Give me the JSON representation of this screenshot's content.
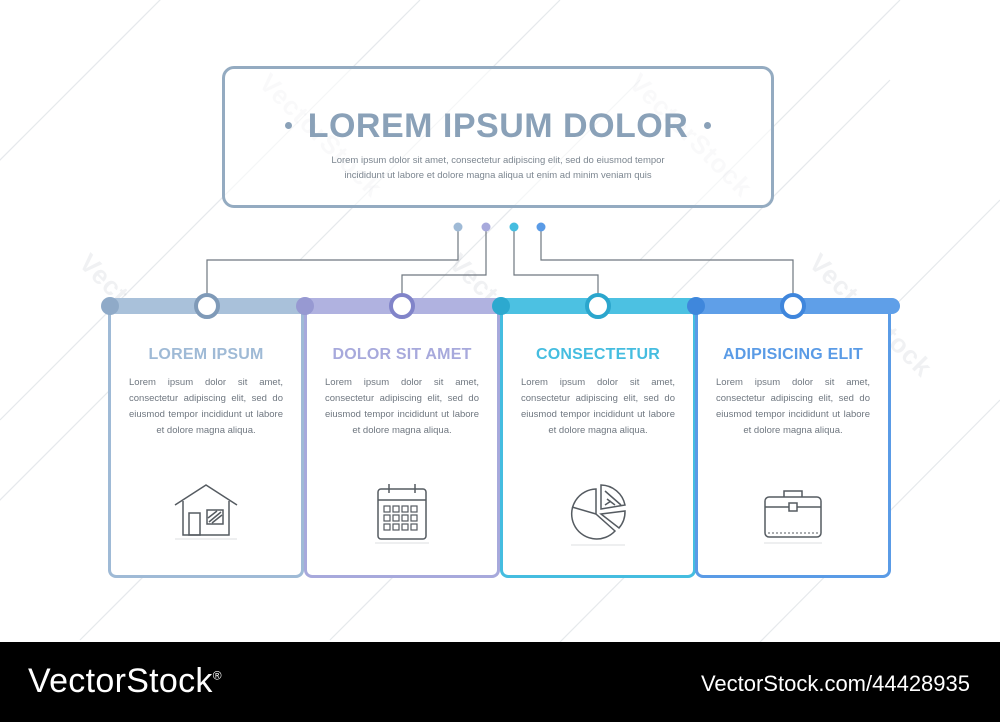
{
  "header": {
    "title": "LOREM IPSUM DOLOR",
    "description_line1": "Lorem ipsum dolor sit amet, consectetur adipiscing elit, sed do eiusmod tempor",
    "description_line2": "incididunt ut labore et dolore magna aliqua ut enim ad minim veniam quis"
  },
  "cards": [
    {
      "title": "LOREM IPSUM",
      "color": "#9fbad6",
      "text": "Lorem ipsum dolor sit amet, consectetur adipiscing elit, sed do eiusmod tempor incididunt ut labore et dolore magna aliqua.",
      "icon": "house-icon"
    },
    {
      "title": "DOLOR SIT AMET",
      "color": "#a7a9dc",
      "text": "Lorem ipsum dolor sit amet, consectetur adipiscing elit, sed do eiusmod tempor incididunt ut labore et dolore magna aliqua.",
      "icon": "calendar-icon"
    },
    {
      "title": "CONSECTETUR",
      "color": "#45bde0",
      "text": "Lorem ipsum dolor sit amet, consectetur adipiscing elit, sed do eiusmod tempor incididunt ut labore et dolore magna aliqua.",
      "icon": "pie-chart-icon"
    },
    {
      "title": "ADIPISICING ELIT",
      "color": "#5a9be6",
      "text": "Lorem ipsum dolor sit amet, consectetur adipiscing elit, sed do eiusmod tempor incididunt ut labore et dolore magna aliqua.",
      "icon": "briefcase-icon"
    }
  ],
  "watermark": "VectorStock",
  "footer": {
    "brand": "VectorStock",
    "brand_mark": "®",
    "image_id": "VectorStock.com/44428935"
  }
}
